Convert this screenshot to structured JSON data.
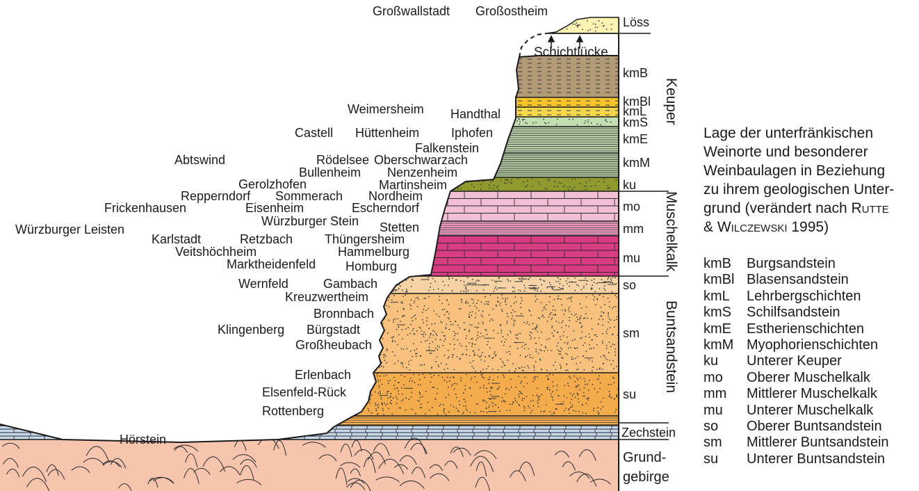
{
  "towns": [
    {
      "id": "grosswallstadt",
      "label": "Großwallstadt"
    },
    {
      "id": "grossostheim",
      "label": "Großostheim"
    },
    {
      "id": "weimersheim",
      "label": "Weimersheim"
    },
    {
      "id": "handthal",
      "label": "Handthal"
    },
    {
      "id": "castell",
      "label": "Castell"
    },
    {
      "id": "huettenheim",
      "label": "Hüttenheim"
    },
    {
      "id": "iphofen",
      "label": "Iphofen"
    },
    {
      "id": "falkenstein",
      "label": "Falkenstein"
    },
    {
      "id": "abtswind",
      "label": "Abtswind"
    },
    {
      "id": "roedelsee",
      "label": "Rödelsee"
    },
    {
      "id": "oberschwarzach",
      "label": "Oberschwarzach"
    },
    {
      "id": "bullenheim",
      "label": "Bullenheim"
    },
    {
      "id": "nenzenheim",
      "label": "Nenzenheim"
    },
    {
      "id": "gerolzhofen",
      "label": "Gerolzhofen"
    },
    {
      "id": "martinsheim",
      "label": "Martinsheim"
    },
    {
      "id": "repperndorf",
      "label": "Repperndorf"
    },
    {
      "id": "sommerach",
      "label": "Sommerach"
    },
    {
      "id": "nordheim",
      "label": "Nordheim"
    },
    {
      "id": "frickenhausen",
      "label": "Frickenhausen"
    },
    {
      "id": "eisenheim",
      "label": "Eisenheim"
    },
    {
      "id": "escherndorf",
      "label": "Escherndorf"
    },
    {
      "id": "wuerzburger-stein",
      "label": "Würzburger Stein"
    },
    {
      "id": "stetten",
      "label": "Stetten"
    },
    {
      "id": "wuerzburger-leisten",
      "label": "Würzburger Leisten"
    },
    {
      "id": "karlstadt",
      "label": "Karlstadt"
    },
    {
      "id": "retzbach",
      "label": "Retzbach"
    },
    {
      "id": "thuengersheim",
      "label": "Thüngersheim"
    },
    {
      "id": "veitshoechheim",
      "label": "Veitshöchheim"
    },
    {
      "id": "hammelburg",
      "label": "Hammelburg"
    },
    {
      "id": "marktheidenfeld",
      "label": "Marktheidenfeld"
    },
    {
      "id": "homburg",
      "label": "Homburg"
    },
    {
      "id": "wernfeld",
      "label": "Wernfeld"
    },
    {
      "id": "gambach",
      "label": "Gambach"
    },
    {
      "id": "kreuzwertheim",
      "label": "Kreuzwertheim"
    },
    {
      "id": "bronnbach",
      "label": "Bronnbach"
    },
    {
      "id": "klingenberg",
      "label": "Klingenberg"
    },
    {
      "id": "buergstadt",
      "label": "Bürgstadt"
    },
    {
      "id": "grossheubach",
      "label": "Großheubach"
    },
    {
      "id": "erlenbach",
      "label": "Erlenbach"
    },
    {
      "id": "elsenfeld-rueck",
      "label": "Elsenfeld-Rück"
    },
    {
      "id": "rottenberg",
      "label": "Rottenberg"
    },
    {
      "id": "hoerstein",
      "label": "Hörstein"
    }
  ],
  "gap_label": "Schichtlücke",
  "layer_labels": [
    {
      "id": "loess",
      "label": "Löss"
    },
    {
      "id": "kmB",
      "label": "kmB"
    },
    {
      "id": "kmBl",
      "label": "kmBl"
    },
    {
      "id": "kmL",
      "label": "kmL"
    },
    {
      "id": "kmS",
      "label": "kmS"
    },
    {
      "id": "kmE",
      "label": "kmE"
    },
    {
      "id": "kmM",
      "label": "kmM"
    },
    {
      "id": "ku",
      "label": "ku"
    },
    {
      "id": "mo",
      "label": "mo"
    },
    {
      "id": "mm",
      "label": "mm"
    },
    {
      "id": "mu",
      "label": "mu"
    },
    {
      "id": "so",
      "label": "so"
    },
    {
      "id": "sm",
      "label": "sm"
    },
    {
      "id": "su",
      "label": "su"
    },
    {
      "id": "zechstein",
      "label": "Zechstein"
    },
    {
      "id": "grund-1",
      "label": "Grund-"
    },
    {
      "id": "grund-2",
      "label": "gebirge"
    }
  ],
  "groups": [
    {
      "id": "keuper",
      "label": "Keuper"
    },
    {
      "id": "muschelkalk",
      "label": "Muschelkalk"
    },
    {
      "id": "buntsandstein",
      "label": "Buntsandstein"
    }
  ],
  "caption": {
    "line1": "Lage der unterfränkischen",
    "line2": "Weinorte und besonderer",
    "line3": "Weinbaulagen in Beziehung",
    "line4": "zu ihrem geologischen Unter-",
    "line5_pre": "grund (verändert nach ",
    "author1": "Rutte",
    "line6_amp": "& ",
    "author2": "Wilczewski",
    "year": "1995)"
  },
  "legend": [
    {
      "abbr": "kmB",
      "name": "Burgsandstein"
    },
    {
      "abbr": "kmBl",
      "name": "Blasensandstein"
    },
    {
      "abbr": "kmL",
      "name": "Lehrbergschichten"
    },
    {
      "abbr": "kmS",
      "name": "Schilfsandstein"
    },
    {
      "abbr": "kmE",
      "name": "Estherienschichten"
    },
    {
      "abbr": "kmM",
      "name": "Myophorienschichten"
    },
    {
      "abbr": "ku",
      "name": "Unterer Keuper"
    },
    {
      "abbr": "mo",
      "name": "Oberer Muschelkalk"
    },
    {
      "abbr": "mm",
      "name": "Mittlerer Muschelkalk"
    },
    {
      "abbr": "mu",
      "name": "Unterer Muschelkalk"
    },
    {
      "abbr": "so",
      "name": "Oberer Buntsandstein"
    },
    {
      "abbr": "sm",
      "name": "Mittlerer Buntsandstein"
    },
    {
      "abbr": "su",
      "name": "Unterer Buntsandstein"
    }
  ],
  "colors": {
    "grundgebirge": "#f7c4ae",
    "zechstein": "#c6d9ec",
    "su": "#f4ab4c",
    "sm": "#f8c27e",
    "so": "#f6d2a4",
    "mu": "#d93d81",
    "mm": "#ec98c0",
    "mo": "#f3bfd6",
    "ku": "#8f9a2e",
    "kmM": "#a9c19a",
    "kmE": "#b4cca6",
    "kmS": "#c3deb0",
    "kmL": "#f7d74c",
    "kmBl": "#f4c42a",
    "kmB": "#b29a76",
    "loess": "#fbf2b4"
  }
}
